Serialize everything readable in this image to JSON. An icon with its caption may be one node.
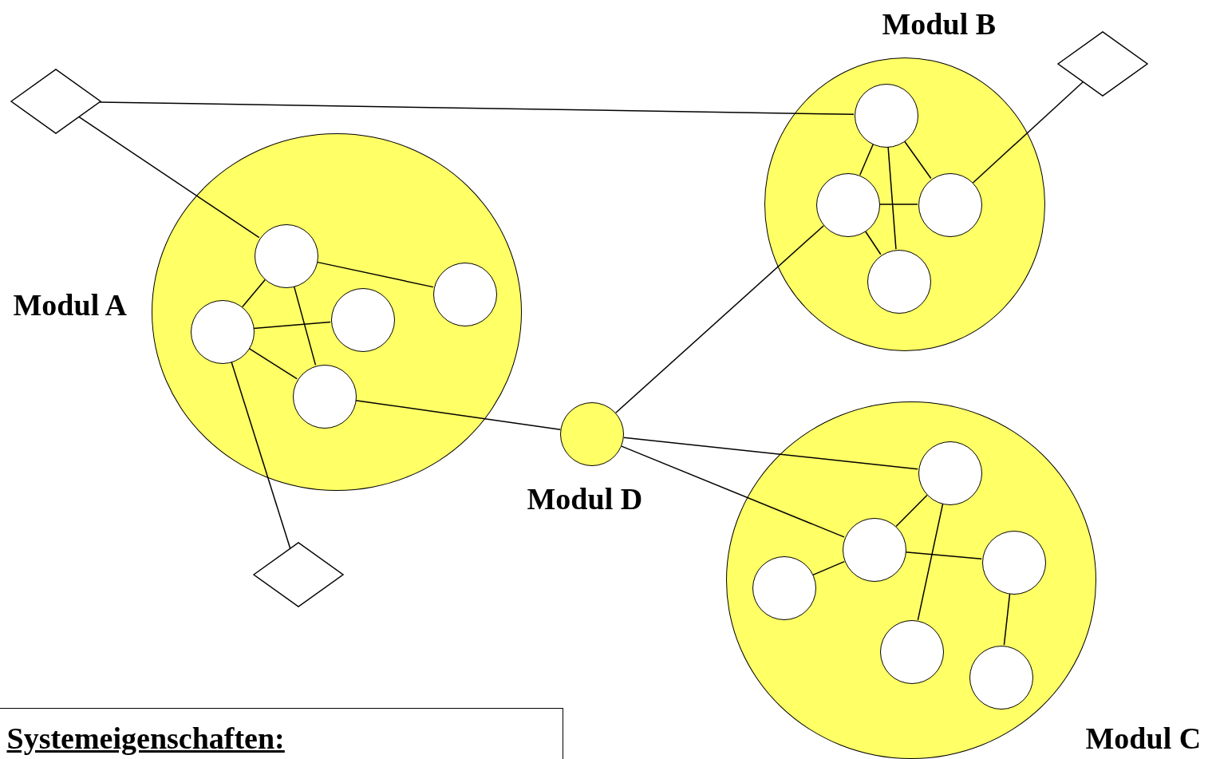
{
  "diagram": {
    "nodes": [
      {
        "text": [
          "Modul A"
        ]
      },
      {
        "text": [],
        "shape": "circle",
        "in": 0
      },
      {
        "text": [],
        "shape": "circle",
        "in": 0
      },
      {
        "text": [],
        "shape": "circle",
        "in": 0
      },
      {
        "text": [],
        "shape": "circle",
        "in": 0
      },
      {
        "text": [],
        "shape": "circle",
        "in": 0
      },
      {
        "text": [],
        "shape": "diamond"
      },
      {
        "text": [],
        "shape": "diamond"
      },
      {
        "text": [],
        "shape": "diamond"
      },
      {
        "text": [
          "Modul B"
        ]
      },
      {
        "text": [],
        "shape": "circle",
        "in": 9
      },
      {
        "text": [],
        "shape": "circle",
        "in": 9
      },
      {
        "text": [],
        "shape": "circle",
        "in": 9
      },
      {
        "text": [],
        "shape": "circle",
        "in": 9
      },
      {
        "text": [
          "Modul D"
        ]
      },
      {
        "text": [
          "Modul C"
        ]
      },
      {
        "text": [],
        "shape": "circle",
        "in": 15
      },
      {
        "text": [],
        "shape": "circle",
        "in": 15
      },
      {
        "text": [],
        "shape": "circle",
        "in": 15
      },
      {
        "text": [],
        "shape": "circle",
        "in": 15
      },
      {
        "text": [],
        "shape": "circle",
        "in": 15
      },
      {
        "text": [],
        "shape": "circle",
        "in": 15
      },
      {
        "text": [
          "Systemeigenschaften:"
        ]
      }
    ],
    "edges": [
      {
        "from": 6,
        "to": 1,
        "arrow": "none"
      },
      {
        "from": 6,
        "to": 10,
        "arrow": "none"
      },
      {
        "from": 1,
        "to": 4,
        "arrow": "none"
      },
      {
        "from": 1,
        "to": 2,
        "arrow": "none"
      },
      {
        "from": 1,
        "to": 5,
        "arrow": "none"
      },
      {
        "from": 2,
        "to": 3,
        "arrow": "none"
      },
      {
        "from": 2,
        "to": 5,
        "arrow": "none"
      },
      {
        "from": 2,
        "to": 7,
        "arrow": "none"
      },
      {
        "from": 5,
        "to": 14,
        "arrow": "none"
      },
      {
        "from": 14,
        "to": 11,
        "arrow": "none"
      },
      {
        "from": 14,
        "to": 16,
        "arrow": "none"
      },
      {
        "from": 14,
        "to": 17,
        "arrow": "none"
      },
      {
        "from": 10,
        "to": 11,
        "arrow": "none"
      },
      {
        "from": 10,
        "to": 12,
        "arrow": "none"
      },
      {
        "from": 10,
        "to": 13,
        "arrow": "none"
      },
      {
        "from": 11,
        "to": 12,
        "arrow": "none"
      },
      {
        "from": 11,
        "to": 13,
        "arrow": "none"
      },
      {
        "from": 12,
        "to": 8,
        "arrow": "none"
      },
      {
        "from": 16,
        "to": 17,
        "arrow": "none"
      },
      {
        "from": 16,
        "to": 20,
        "arrow": "none"
      },
      {
        "from": 17,
        "to": 19,
        "arrow": "none"
      },
      {
        "from": 17,
        "to": 18,
        "arrow": "none"
      },
      {
        "from": 18,
        "to": 21,
        "arrow": "none"
      }
    ]
  }
}
